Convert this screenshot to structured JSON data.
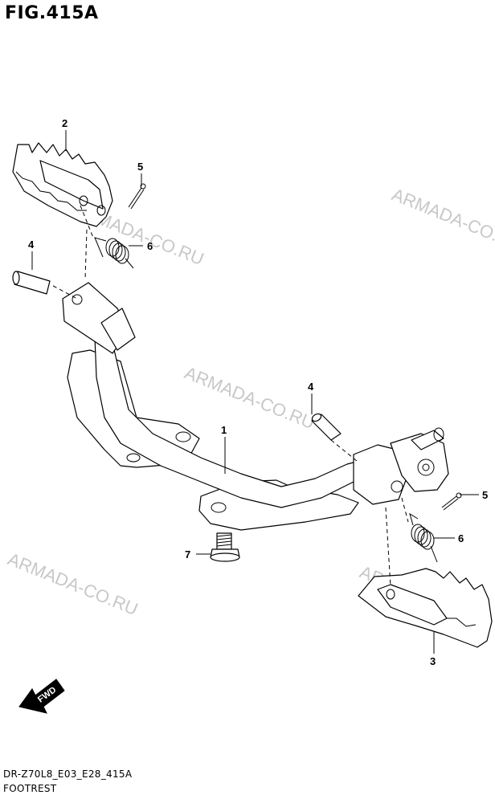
{
  "figure": {
    "title": "FIG.415A",
    "code": "DR-Z70L8_E03_E28_415A",
    "name": "FOOTREST"
  },
  "callouts": [
    {
      "id": "c2a",
      "label": "2"
    },
    {
      "id": "c5a",
      "label": "5"
    },
    {
      "id": "c6a",
      "label": "6"
    },
    {
      "id": "c4a",
      "label": "4"
    },
    {
      "id": "c1",
      "label": "1"
    },
    {
      "id": "c4b",
      "label": "4"
    },
    {
      "id": "c5b",
      "label": "5"
    },
    {
      "id": "c6b",
      "label": "6"
    },
    {
      "id": "c7",
      "label": "7"
    },
    {
      "id": "c3",
      "label": "3"
    }
  ],
  "watermarks": [
    {
      "id": "w1",
      "text": "ARMADA-CO.RU"
    },
    {
      "id": "w2",
      "text": "ARMADA-CO.RU"
    },
    {
      "id": "w3",
      "text": "ARMADA-CO.RU"
    },
    {
      "id": "w4",
      "text": "ARMADA-CO.RU"
    },
    {
      "id": "w5",
      "text": "ARMADA-CO.RU"
    }
  ],
  "direction_indicator": {
    "label": "FWD",
    "icon": "fwd-arrow-icon"
  },
  "colors": {
    "line": "#000000",
    "watermark": "#c8c8c8",
    "background": "#ffffff"
  }
}
